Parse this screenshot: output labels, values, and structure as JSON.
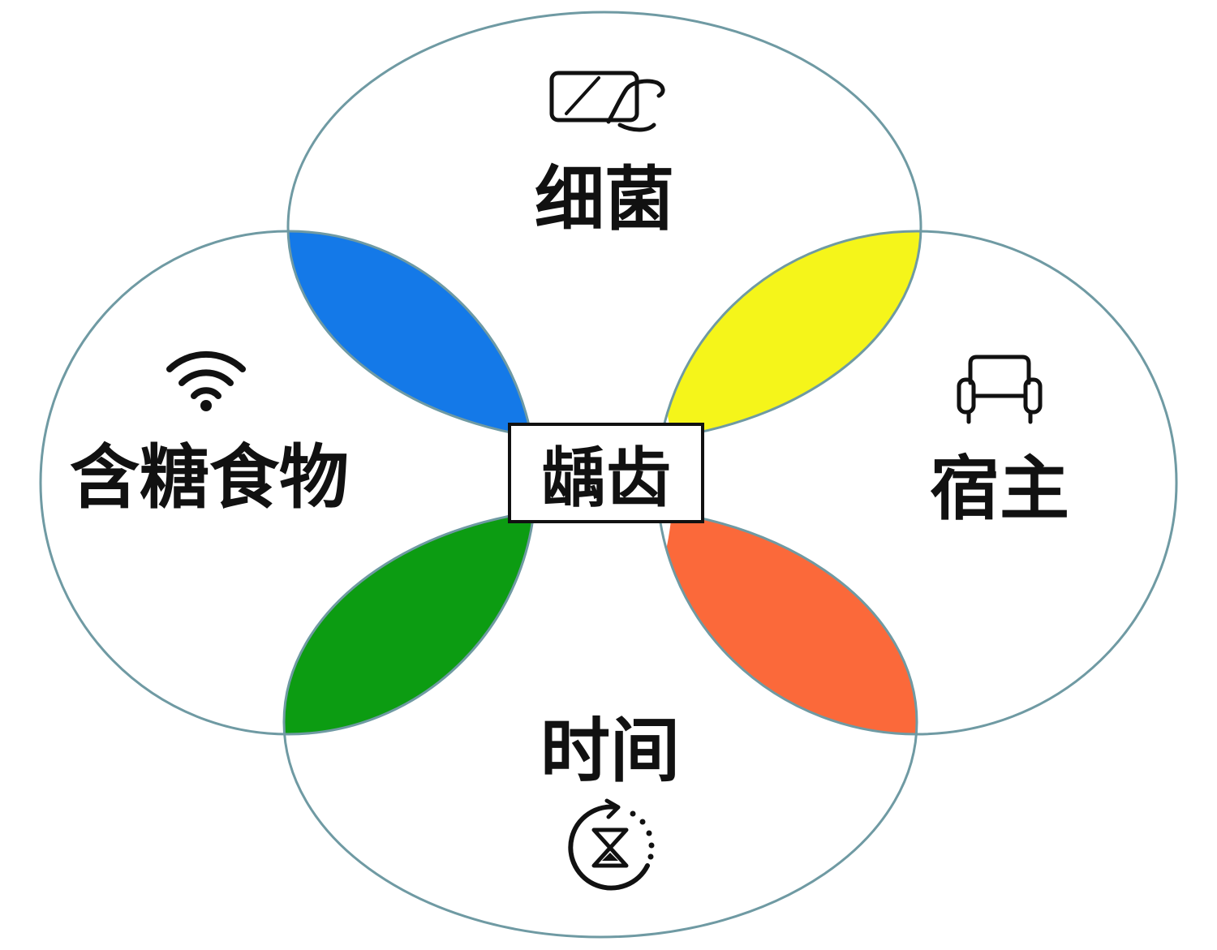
{
  "diagram": {
    "center_label": "龋齿",
    "factors": {
      "top": {
        "label": "细菌",
        "icon": "phone-touch-icon"
      },
      "left": {
        "label": "含糖食物",
        "icon": "wifi-icon"
      },
      "right": {
        "label": "宿主",
        "icon": "sofa-icon"
      },
      "bottom": {
        "label": "时间",
        "icon": "hourglass-timer-icon"
      }
    },
    "petal_colors": {
      "top_left": "#1479e8",
      "top_right": "#f5f51a",
      "bottom_left": "#0c9c12",
      "bottom_right": "#fb693a"
    },
    "outline_color": "#6f9aa3"
  }
}
